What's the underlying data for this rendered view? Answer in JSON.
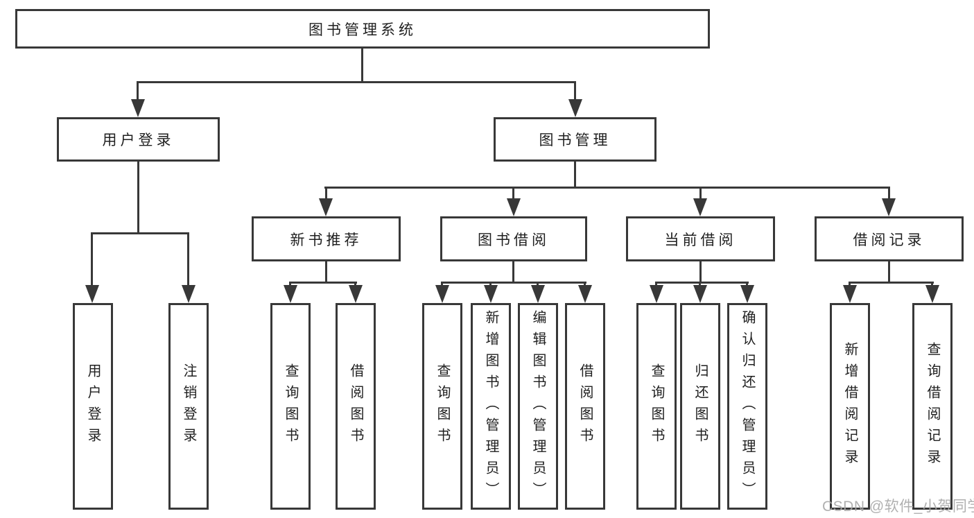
{
  "diagram": {
    "root": {
      "label": "图书管理系统"
    },
    "level1": [
      {
        "label": "用户登录"
      },
      {
        "label": "图书管理"
      }
    ],
    "level2": [
      {
        "label": "新书推荐"
      },
      {
        "label": "图书借阅"
      },
      {
        "label": "当前借阅"
      },
      {
        "label": "借阅记录"
      }
    ],
    "leaves": {
      "user_login": [
        "用户登录",
        "注销登录"
      ],
      "new_books": [
        "查询图书",
        "借阅图书"
      ],
      "book_borrow": [
        "查询图书",
        "新增图书（管理员）",
        "编辑图书（管理员）",
        "借阅图书"
      ],
      "current_borrow": [
        "查询图书",
        "归还图书",
        "确认归还（管理员）"
      ],
      "borrow_records": [
        "新增借阅记录",
        "查询借阅记录"
      ]
    }
  },
  "watermark": {
    "text": "CSDN @软件_小贺同学"
  },
  "colors": {
    "line": "#383838",
    "text": "#1f1f1f",
    "background": "#ffffff",
    "watermark": "#a8a8a8"
  }
}
